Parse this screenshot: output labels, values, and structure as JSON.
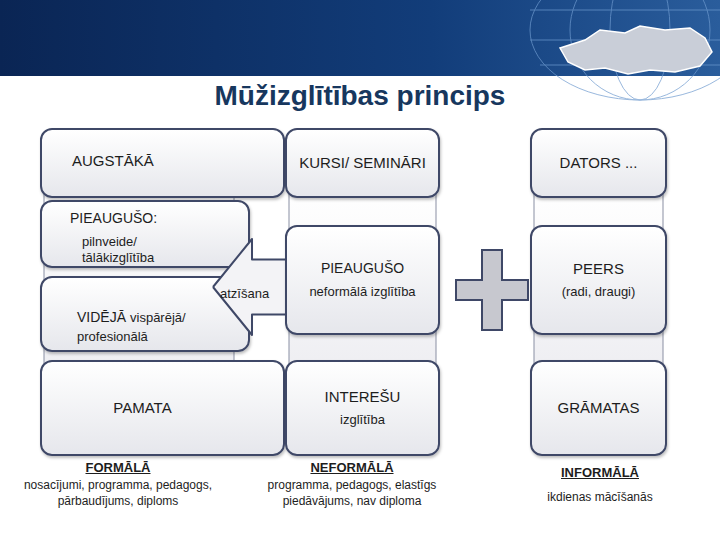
{
  "diagram": {
    "title": "Mūžizglītības princips",
    "nodes": [
      {
        "text": [
          "AUGSTĀKĀ"
        ]
      },
      {
        "text": [
          "PIEAUGUŠO:",
          "pilnveide/ tālākizglītība"
        ]
      },
      {
        "text": [
          "VIDĒJĀ",
          "vispārējā/ profesionālā"
        ]
      },
      {
        "text": [
          "PAMATA"
        ]
      },
      {
        "text": [
          "atzīšana"
        ]
      },
      {
        "text": [
          "KURSI/ SEMINĀRI"
        ]
      },
      {
        "text": [
          "PIEAUGUŠO",
          "neformālā izglītība"
        ]
      },
      {
        "text": [
          "INTEREŠU",
          "izglītība"
        ]
      },
      {
        "text": [
          "DATORS ..."
        ]
      },
      {
        "text": [
          "PEERS",
          "(radi, draugi)"
        ]
      },
      {
        "text": [
          "GRĀMATAS"
        ]
      }
    ],
    "labels": [
      "FORMĀLĀ",
      "nosacījumi, programma, pedagogs, pārbaudījums, diploms",
      "NEFORMĀLĀ",
      "programma, pedagogs, elastīgs piedāvājums, nav diploma",
      "INFORMĀLĀ",
      "ikdienas mācīšanās"
    ]
  }
}
